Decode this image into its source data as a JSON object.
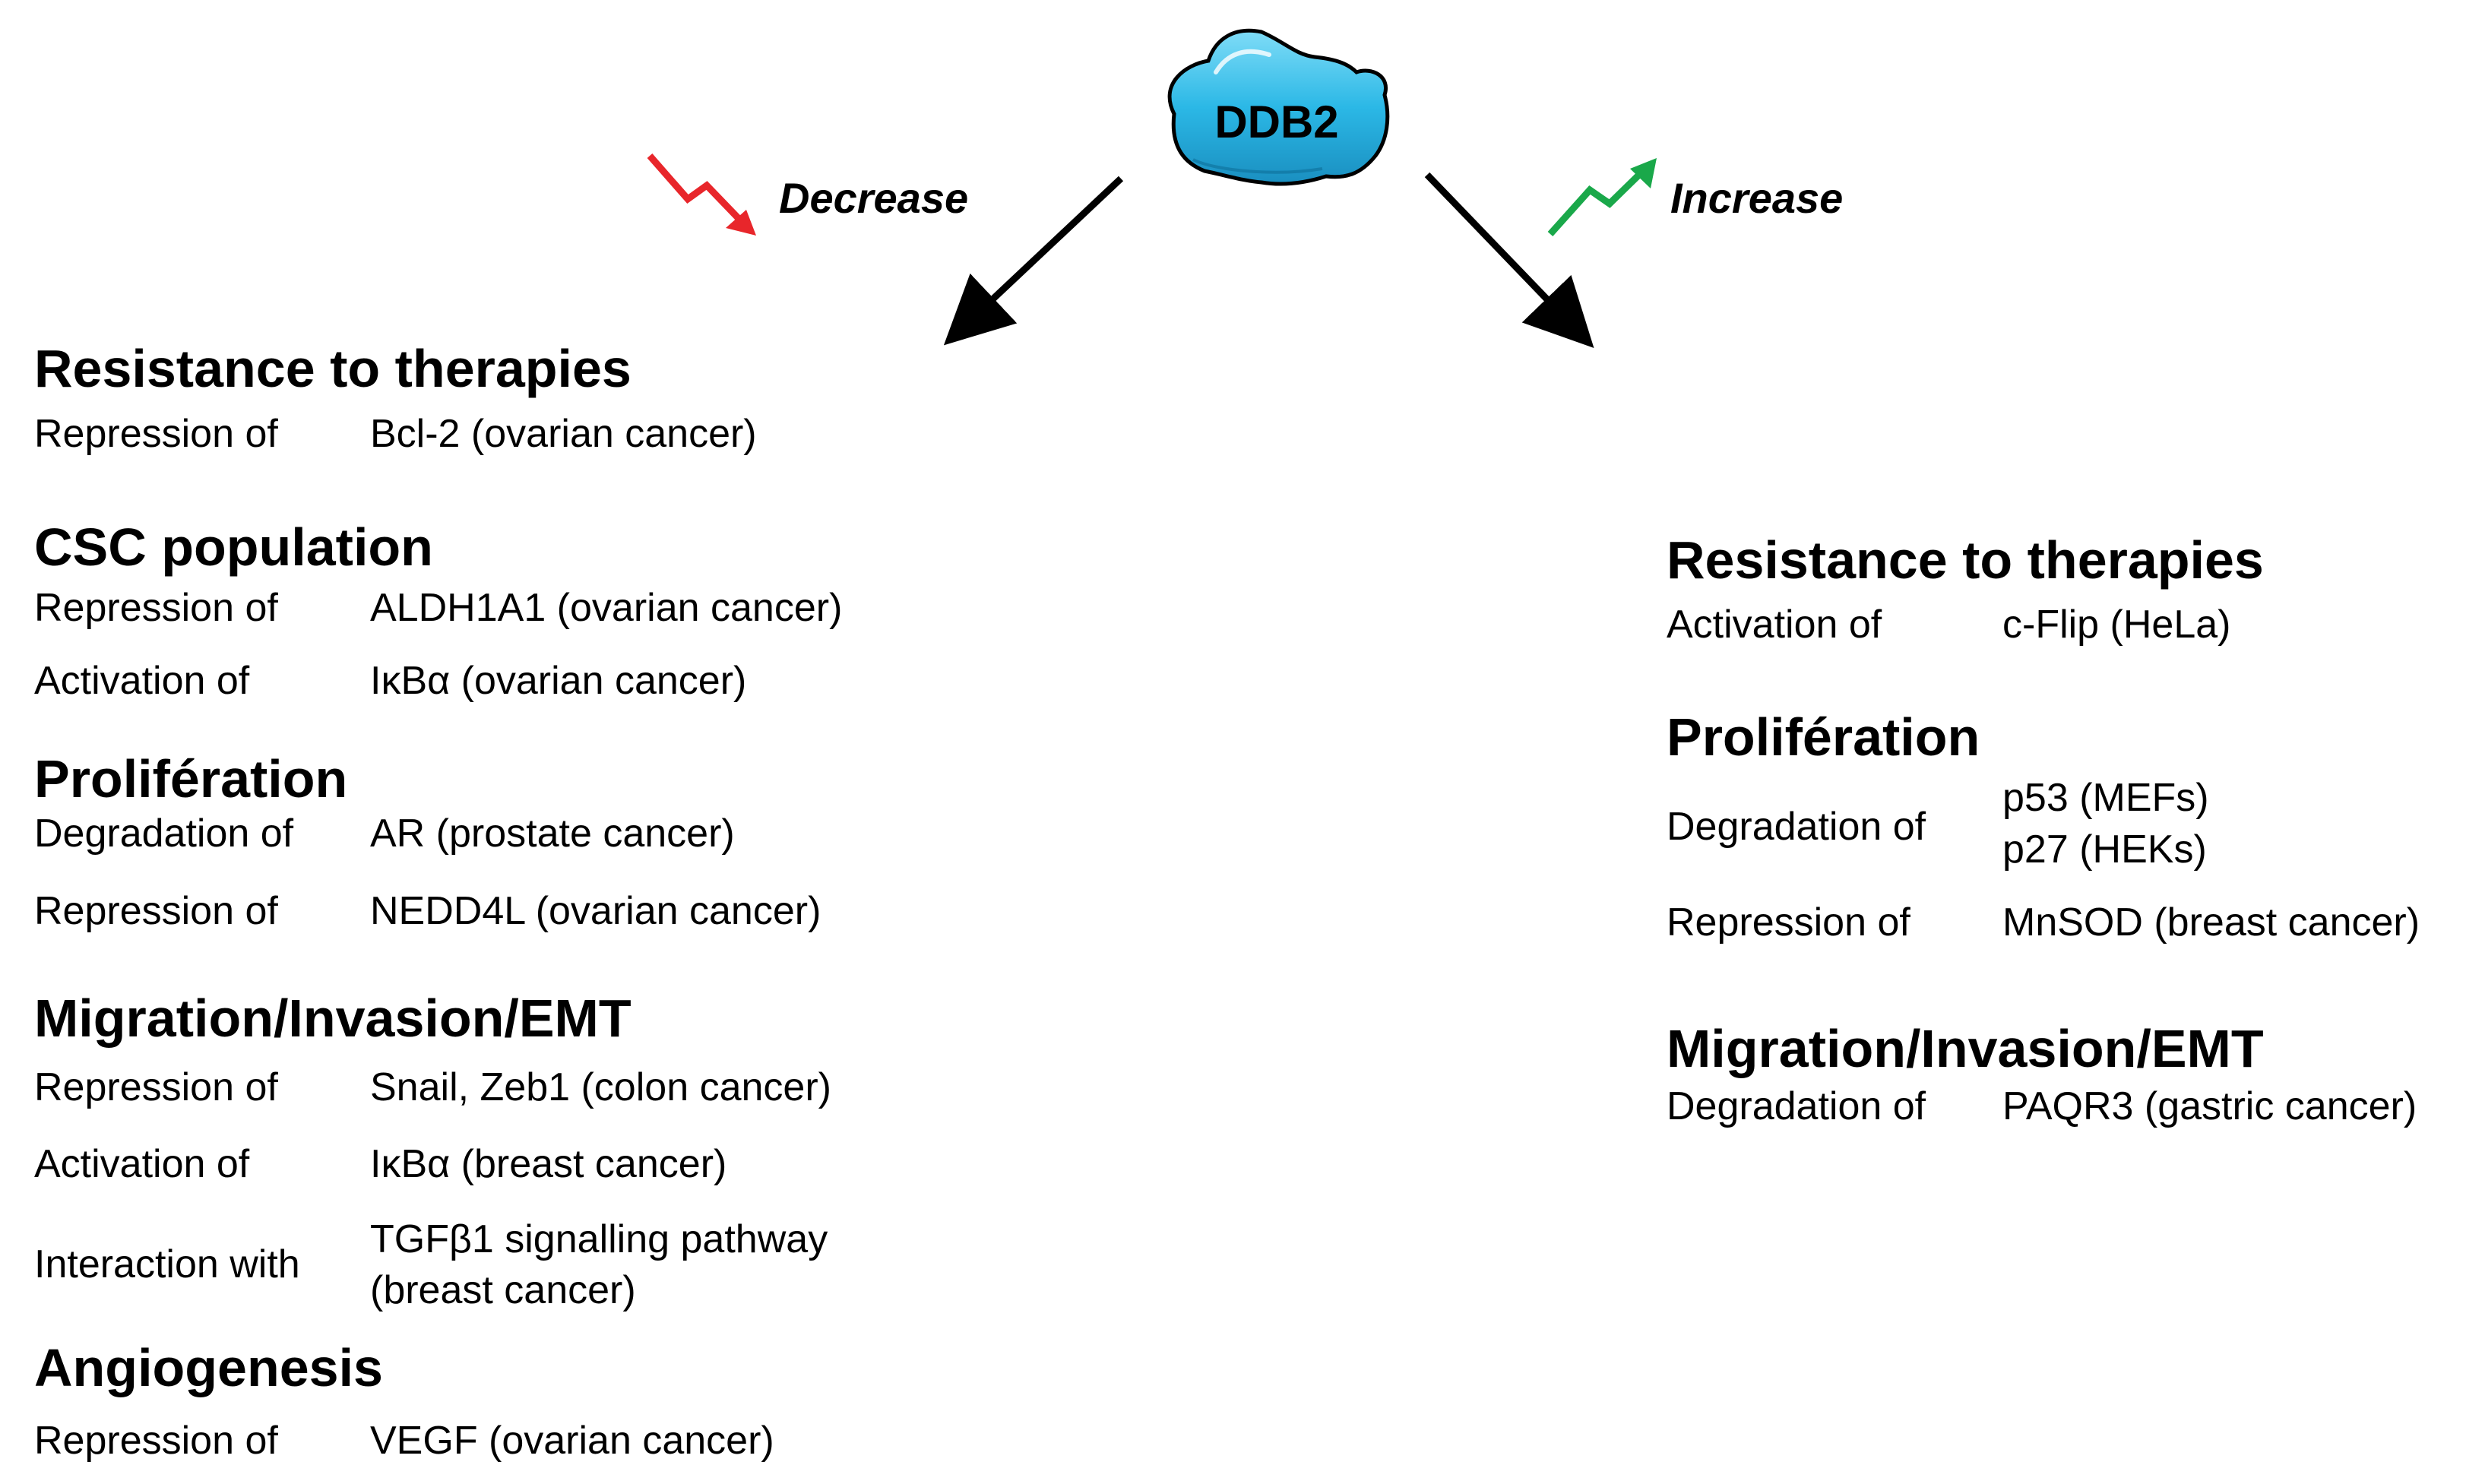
{
  "center": {
    "label": "DDB2",
    "color": "#2bb8e6"
  },
  "decrease": {
    "label": "Decrease",
    "color": "#e8262b"
  },
  "increase": {
    "label": "Increase",
    "color": "#1aa84a"
  },
  "left": {
    "sections": [
      {
        "heading": "Resistance to therapies",
        "rows": [
          {
            "action": "Repression of",
            "target": "Bcl-2 (ovarian cancer)"
          }
        ]
      },
      {
        "heading": "CSC population",
        "rows": [
          {
            "action": "Repression of",
            "target": "ALDH1A1 (ovarian cancer)"
          },
          {
            "action": "Activation of",
            "target": "IκBα (ovarian cancer)"
          }
        ]
      },
      {
        "heading": "Prolifération",
        "rows": [
          {
            "action": "Degradation of",
            "target": "AR (prostate cancer)"
          },
          {
            "action": "Repression of",
            "target": "NEDD4L (ovarian cancer)"
          }
        ]
      },
      {
        "heading": "Migration/Invasion/EMT",
        "rows": [
          {
            "action": "Repression of",
            "target": "Snail, Zeb1 (colon cancer)"
          },
          {
            "action": "Activation of",
            "target": "IκBα (breast cancer)"
          },
          {
            "action": "Interaction with",
            "target_line1": "TGFβ1 signalling pathway",
            "target_line2": "(breast cancer)"
          }
        ]
      },
      {
        "heading": "Angiogenesis",
        "rows": [
          {
            "action": "Repression of",
            "target": "VEGF (ovarian cancer)"
          }
        ]
      }
    ]
  },
  "right": {
    "sections": [
      {
        "heading": "Resistance to therapies",
        "rows": [
          {
            "action": "Activation of",
            "target": "c-Flip (HeLa)"
          }
        ]
      },
      {
        "heading": "Prolifération",
        "rows": [
          {
            "action": "Degradation of",
            "target_line1": "p53 (MEFs)",
            "target_line2": "p27 (HEKs)"
          },
          {
            "action": "Repression of",
            "target": "MnSOD (breast cancer)"
          }
        ]
      },
      {
        "heading": "Migration/Invasion/EMT",
        "rows": [
          {
            "action": "Degradation of",
            "target": "PAQR3 (gastric cancer)"
          }
        ]
      }
    ]
  }
}
